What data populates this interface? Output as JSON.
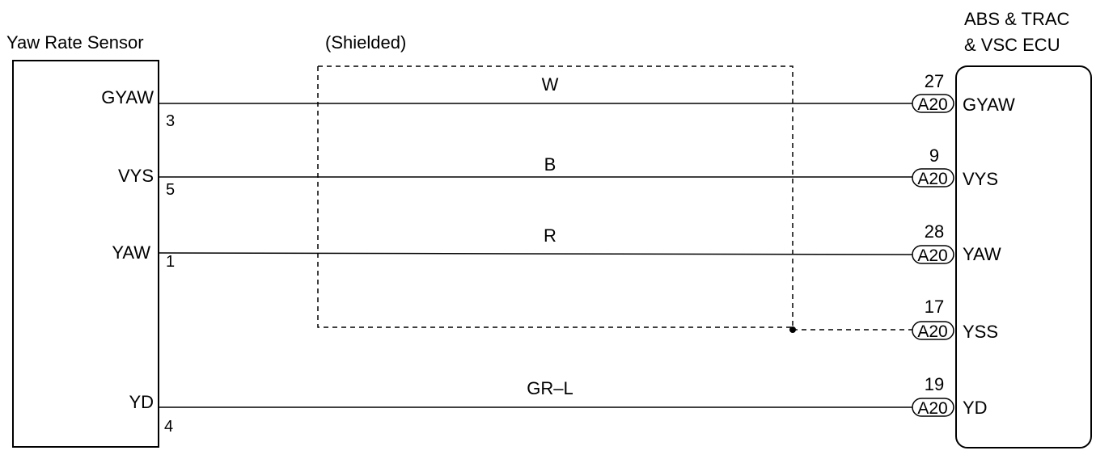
{
  "left_component": {
    "title": "Yaw Rate Sensor"
  },
  "right_component": {
    "title_line1": "ABS & TRAC",
    "title_line2": "& VSC ECU"
  },
  "shield_label": "(Shielded)",
  "connector_code": "A20",
  "wires": [
    {
      "left_terminal": "GYAW",
      "left_pin": "3",
      "color": "W",
      "right_pin": "27",
      "right_terminal": "GYAW"
    },
    {
      "left_terminal": "VYS",
      "left_pin": "5",
      "color": "B",
      "right_pin": "9",
      "right_terminal": "VYS"
    },
    {
      "left_terminal": "YAW",
      "left_pin": "1",
      "color": "R",
      "right_pin": "28",
      "right_terminal": "YAW"
    },
    {
      "left_terminal": "",
      "left_pin": "",
      "color": "",
      "right_pin": "17",
      "right_terminal": "YSS"
    },
    {
      "left_terminal": "YD",
      "left_pin": "4",
      "color": "GR–L",
      "right_pin": "19",
      "right_terminal": "YD"
    }
  ]
}
